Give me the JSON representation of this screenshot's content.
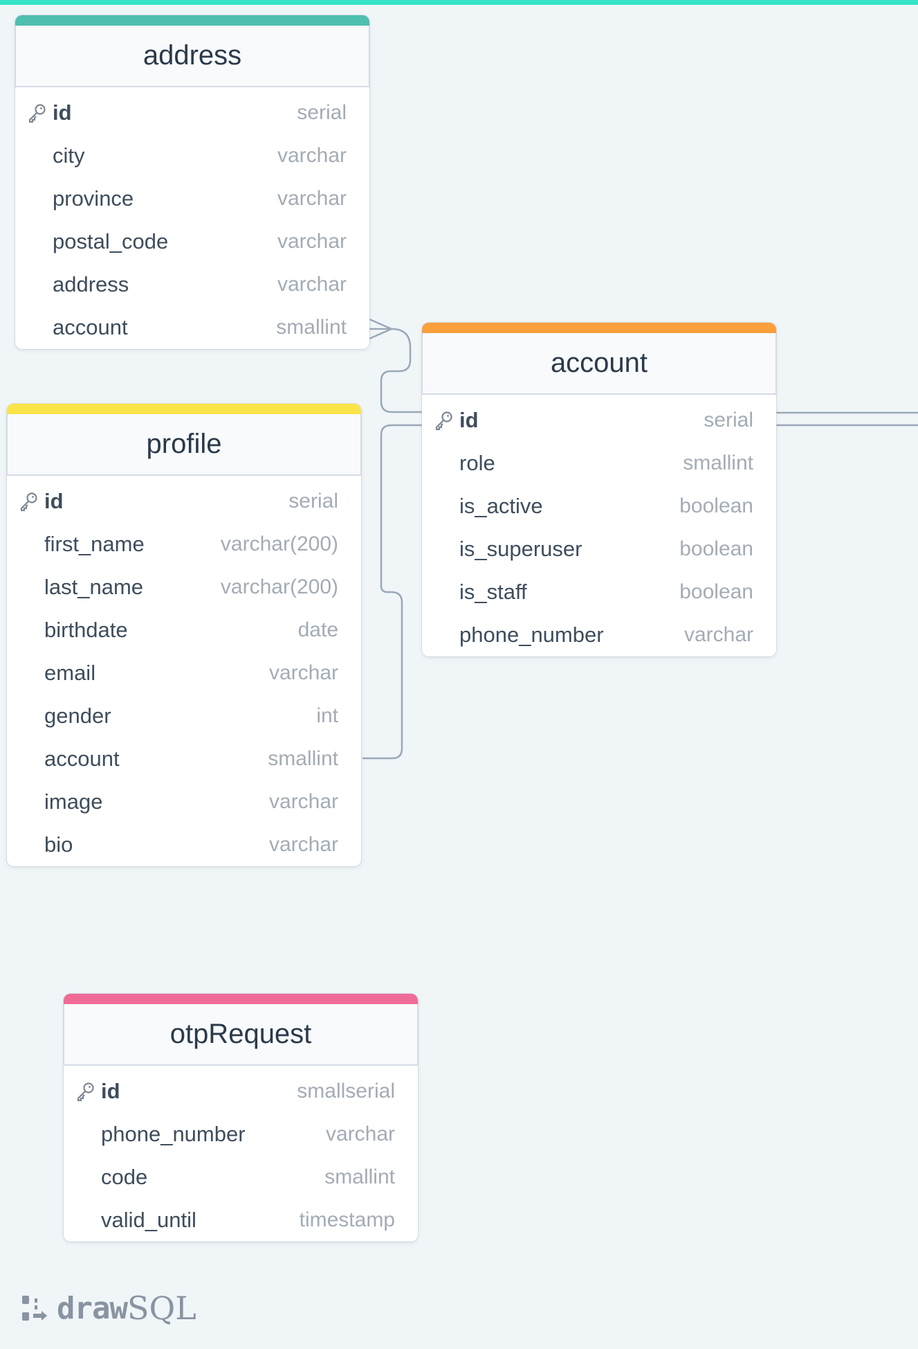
{
  "app": {
    "logo_word_bold": "draw",
    "logo_word_light": "SQL"
  },
  "colors": {
    "top_bar": "#38e3c8",
    "canvas": "#f0f5f8",
    "connector": "#9aa8b8"
  },
  "tables": {
    "address": {
      "name": "address",
      "accent": "#4fbfb0",
      "columns": [
        {
          "name": "id",
          "type": "serial",
          "pk": true
        },
        {
          "name": "city",
          "type": "varchar"
        },
        {
          "name": "province",
          "type": "varchar"
        },
        {
          "name": "postal_code",
          "type": "varchar"
        },
        {
          "name": "address",
          "type": "varchar"
        },
        {
          "name": "account",
          "type": "smallint"
        }
      ]
    },
    "account": {
      "name": "account",
      "accent": "#f99f3c",
      "columns": [
        {
          "name": "id",
          "type": "serial",
          "pk": true
        },
        {
          "name": "role",
          "type": "smallint"
        },
        {
          "name": "is_active",
          "type": "boolean"
        },
        {
          "name": "is_superuser",
          "type": "boolean"
        },
        {
          "name": "is_staff",
          "type": "boolean"
        },
        {
          "name": "phone_number",
          "type": "varchar"
        }
      ]
    },
    "profile": {
      "name": "profile",
      "accent": "#fbe34a",
      "columns": [
        {
          "name": "id",
          "type": "serial",
          "pk": true
        },
        {
          "name": "first_name",
          "type": "varchar(200)"
        },
        {
          "name": "last_name",
          "type": "varchar(200)"
        },
        {
          "name": "birthdate",
          "type": "date"
        },
        {
          "name": "email",
          "type": "varchar"
        },
        {
          "name": "gender",
          "type": "int"
        },
        {
          "name": "account",
          "type": "smallint"
        },
        {
          "name": "image",
          "type": "varchar"
        },
        {
          "name": "bio",
          "type": "varchar"
        }
      ]
    },
    "otpRequest": {
      "name": "otpRequest",
      "accent": "#f06b97",
      "columns": [
        {
          "name": "id",
          "type": "smallserial",
          "pk": true
        },
        {
          "name": "phone_number",
          "type": "varchar"
        },
        {
          "name": "code",
          "type": "smallint"
        },
        {
          "name": "valid_until",
          "type": "timestamp"
        }
      ]
    }
  },
  "relations": [
    {
      "from": "address.account",
      "to": "account.id",
      "cardinality": "many-to-one"
    },
    {
      "from": "profile.account",
      "to": "account.id",
      "cardinality": "one-to-one"
    },
    {
      "from": "account.id",
      "to": "offscreen-right",
      "cardinality": "unknown"
    }
  ]
}
